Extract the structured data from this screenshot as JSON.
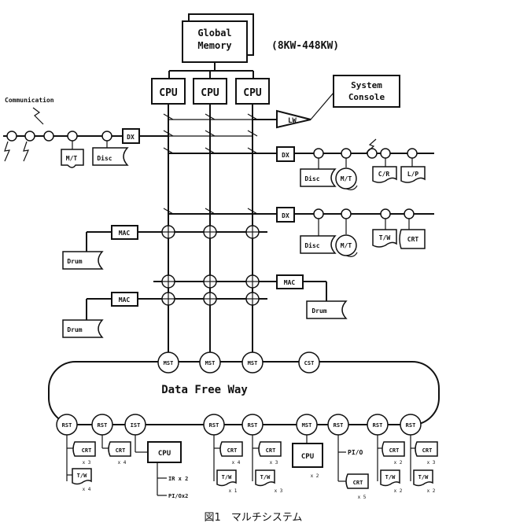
{
  "global_memory": {
    "line1": "Global",
    "line2": "Memory"
  },
  "memory_size": "(8KW-448KW)",
  "cpu_label": "CPU",
  "system_console": {
    "line1": "System",
    "line2": "Console"
  },
  "lw_label": "LW",
  "communication_label": "Communication",
  "dx_label": "DX",
  "mac_label": "MAC",
  "drum_label": "Drum",
  "disc_label": "Disc",
  "mt_label": "M/T",
  "cr_label": "C/R",
  "lp_label": "L/P",
  "tw_label": "T/W",
  "crt_label": "CRT",
  "mst_label": "MST",
  "cst_label": "CST",
  "rst_label": "RST",
  "ist_label": "IST",
  "data_free_way": "Data Free Way",
  "mult": {
    "x1": "x 1",
    "x2": "x 2",
    "x3": "x 3",
    "x4": "x 4",
    "x5": "x 5"
  },
  "ir_label": "IR x 2",
  "pio_label": "PI/Ox2",
  "pio_single": "PI/O",
  "caption": "図1　マルチシステム"
}
